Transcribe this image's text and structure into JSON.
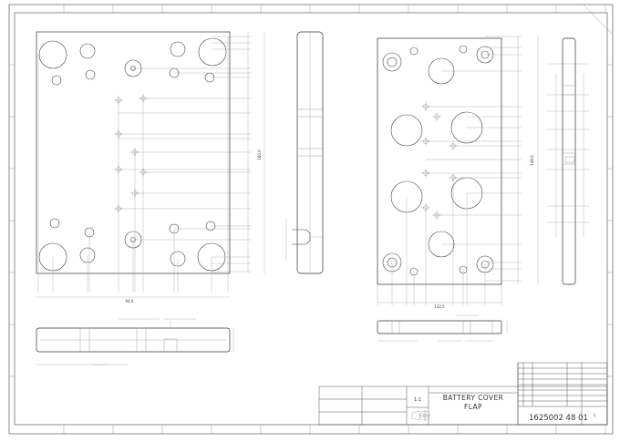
{
  "title_block": {
    "title_line1": "BATTERY COVER",
    "title_line2": "FLAP",
    "drawing_number": "1625002 48 01",
    "scale": "1:1",
    "sheet": "1"
  },
  "views": {
    "front_left": {
      "overall_width": "94.0",
      "overall_height": "160.0"
    },
    "front_right": {
      "overall_width": "132.5",
      "overall_height": "146.0"
    }
  }
}
